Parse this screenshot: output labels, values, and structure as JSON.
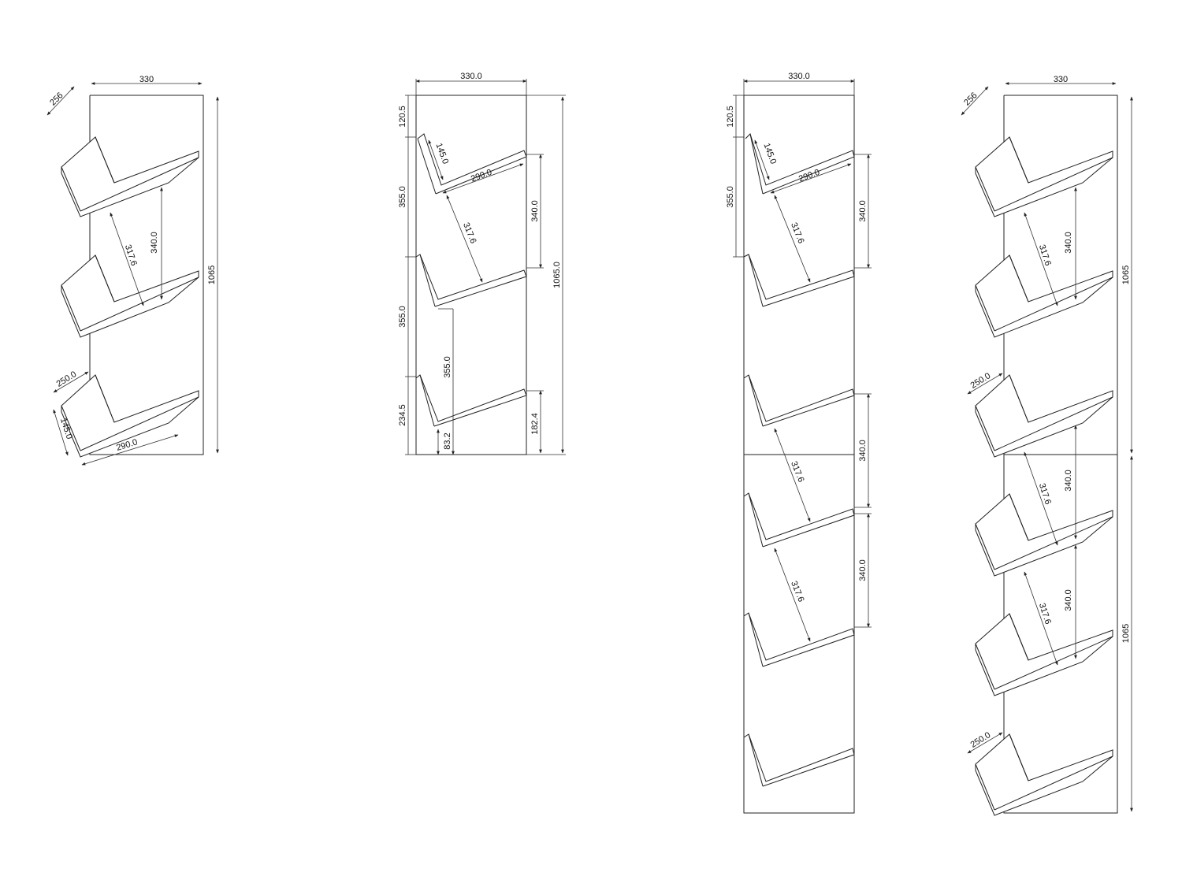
{
  "drawings": [
    {
      "id": "view-1",
      "labels": {
        "width": "330",
        "depth": "256",
        "height": "1065",
        "diag": "317.6",
        "spacing": "340.0",
        "shelf_len": "250.0",
        "shelf_back": "145.0",
        "shelf_base": "290.0"
      }
    },
    {
      "id": "view-2",
      "labels": {
        "width": "330.0",
        "top_offset": "120.5",
        "back": "145.0",
        "base": "290.0",
        "seg1": "355.0",
        "diag": "317.6",
        "right_spacing": "340.0",
        "total_height": "1065.0",
        "seg2": "355.0",
        "inner": "355.0",
        "bottom": "234.5",
        "small": "83.2",
        "right_bottom": "182.4"
      }
    },
    {
      "id": "view-3",
      "labels": {
        "width": "330.0",
        "top_offset": "120.5",
        "back": "145.0",
        "base": "290.0",
        "seg1": "355.0",
        "diag": "317.6",
        "spacing": "340.0"
      }
    },
    {
      "id": "view-4",
      "labels": {
        "width": "330",
        "depth": "256",
        "height": "1065",
        "diag": "317.6",
        "spacing": "340.0",
        "shelf_len": "250.0"
      }
    }
  ]
}
